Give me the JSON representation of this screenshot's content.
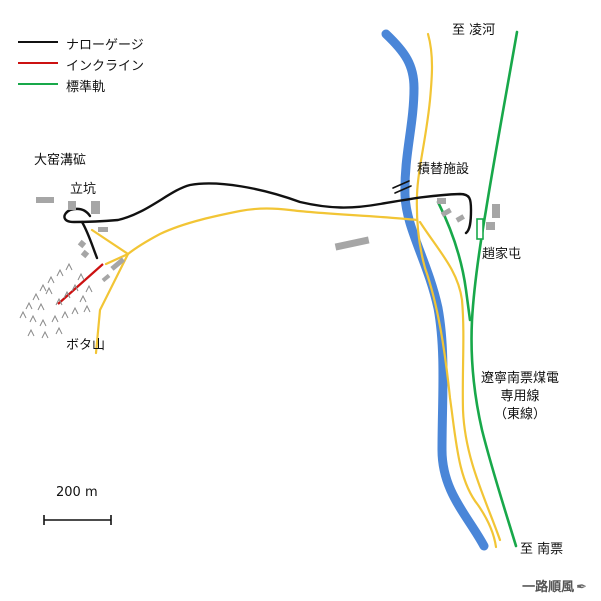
{
  "legend": {
    "narrow_gauge": "ナローゲージ",
    "incline": "インクライン",
    "standard_gauge": "標準軌"
  },
  "colors": {
    "narrow_gauge": "#111111",
    "incline": "#cc1111",
    "standard_gauge": "#18a84a",
    "river": "#4a86d8",
    "road": "#f2c535",
    "building": "#a6a6a6"
  },
  "labels": {
    "mine": "大窑溝砿",
    "shaft": "立坑",
    "spoil_heap": "ボタ山",
    "transfer_facility": "積替施設",
    "station": "趙家屯",
    "to_north": "至 凌河",
    "to_south": "至 南票",
    "railway_line": [
      "遼寧南票煤電",
      "専用線",
      "（東線）"
    ]
  },
  "scale": {
    "label": "200 m"
  },
  "signature": {
    "text": "一路順風",
    "icon": "pen-icon"
  }
}
